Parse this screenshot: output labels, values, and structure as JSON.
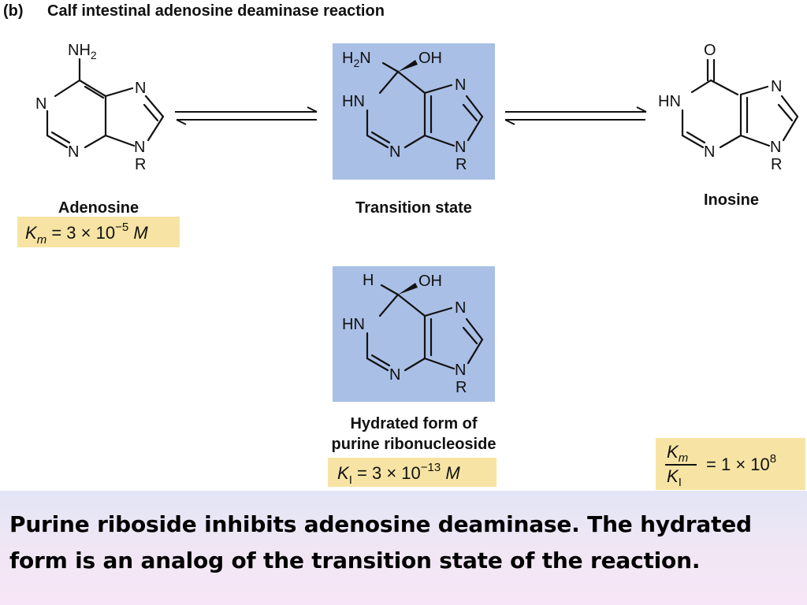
{
  "header": {
    "panel_label": "(b)",
    "title": "Calf intestinal adenosine deaminase reaction"
  },
  "molecules": {
    "adenosine": {
      "name": "Adenosine",
      "atoms": {
        "nh2_n": "NH",
        "nh2_sub": "2",
        "n1": "N",
        "n3": "N",
        "n7": "N",
        "n9": "N",
        "r": "R"
      }
    },
    "transition_state": {
      "name": "Transition state",
      "atoms": {
        "h2n_h": "H",
        "h2n_sub": "2",
        "h2n_n": "N",
        "oh": "OH",
        "hn": "HN",
        "n3": "N",
        "n7": "N",
        "n9": "N",
        "r": "R"
      }
    },
    "inosine": {
      "name": "Inosine",
      "atoms": {
        "o": "O",
        "hn": "HN",
        "n3": "N",
        "n7": "N",
        "n9": "N",
        "r": "R"
      }
    },
    "hydrated_form": {
      "name_line1": "Hydrated  form of",
      "name_line2": "purine ribonucleoside",
      "atoms": {
        "h": "H",
        "oh": "OH",
        "hn": "HN",
        "n3": "N",
        "n7": "N",
        "n9": "N",
        "r": "R"
      }
    }
  },
  "constants": {
    "km": {
      "symbol": "K",
      "sub": "m",
      "equals": "=",
      "value": "3 × 10",
      "exp": "−5",
      "unit": "M"
    },
    "ki": {
      "symbol": "K",
      "sub": "I",
      "equals": "=",
      "value": "3 × 10",
      "exp": "−13",
      "unit": "M"
    },
    "ratio": {
      "num_symbol": "K",
      "num_sub": "m",
      "den_symbol": "K",
      "den_sub": "I",
      "equals": "=",
      "value": "1 × 10",
      "exp": "8"
    }
  },
  "caption": {
    "text": "Purine riboside inhibits adenosine deaminase. The hydrated form is an analog of the transition state of the reaction."
  },
  "colors": {
    "structure_box": "#a9bfe6",
    "constant_box": "#f7e4a4",
    "caption_bg": "#ece7f6"
  }
}
